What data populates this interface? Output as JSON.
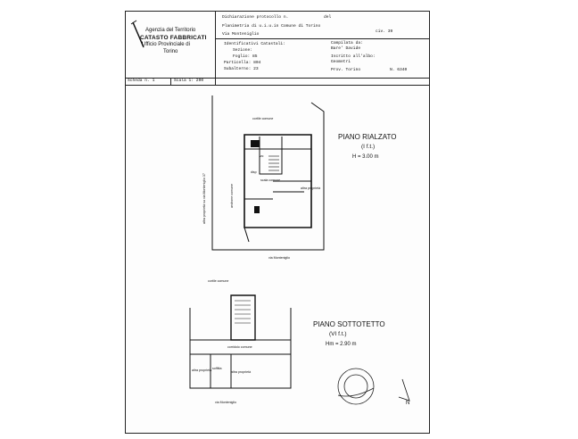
{
  "header": {
    "agency": "Agenzia del Territorio",
    "catasto": "CATASTO FABBRICATI",
    "ufficio": "Ufficio Provinciale di",
    "citta": "Torino",
    "line1": "Dichiarazione protocollo n.",
    "line1b": "del",
    "line2": "Planimetria di u.i.u.in Comune di Torino",
    "line3": "Via Monteniglio",
    "civ": "civ. 39",
    "ident_title": "Identificativi Catastali:",
    "sezione": "Sezione:",
    "foglio": "Foglio: 85",
    "particella": "Particella: 804",
    "subalterno": "Subalterno: 23",
    "compilata": "Compilata da:",
    "compilatore": "Bare' Davide",
    "iscritto": "Iscritto all'albo:",
    "albo": "Geometri",
    "prov": "Prov. Torino",
    "numero": "N. 6340",
    "scheda": "Scheda n. 1",
    "scala": "Scala 1: 200"
  },
  "floor1": {
    "title": "PIANO RIALZATO",
    "subtitle": "(I f.t.)",
    "height": "H = 3.00 m",
    "cortile": "cortile comune",
    "via": "via Monteniglio",
    "side_label": "altra proprietà su via Monteniglio 37",
    "androne": "androne comune",
    "scala": "scala comune",
    "altra": "altra proprietà",
    "wc": "wc",
    "disp": "disp"
  },
  "floor2": {
    "title": "PIANO SOTTOTETTO",
    "subtitle": "(VI f.t.)",
    "height": "Hm = 2.90 m",
    "cortile": "cortile comune",
    "via": "via Monteniglio",
    "corridoio": "corridoio comune",
    "soffitta": "soffitta",
    "altra_l": "altra proprietà",
    "altra_r": "altra proprietà"
  },
  "north": "N"
}
